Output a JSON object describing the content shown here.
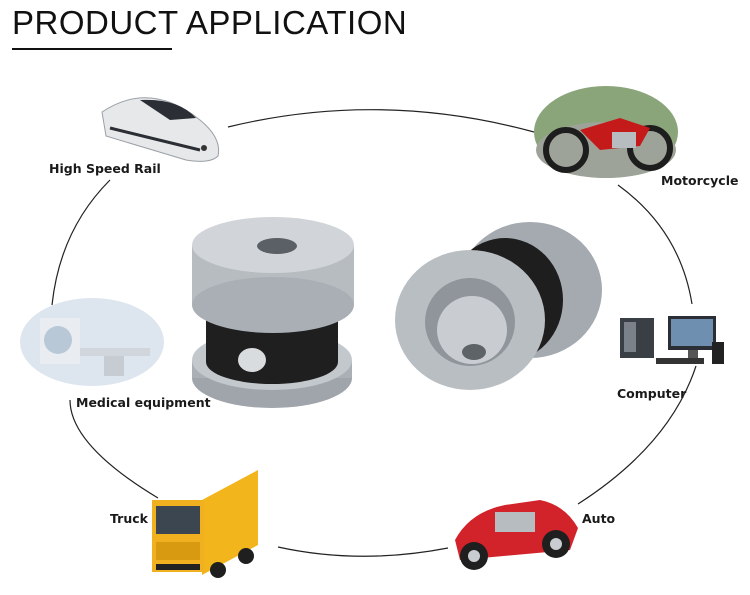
{
  "title": "PRODUCT APPLICATION",
  "applications": [
    {
      "label": "High Speed Rail",
      "icon": "high-speed-train-icon"
    },
    {
      "label": "Motorcycle",
      "icon": "motorcycle-icon"
    },
    {
      "label": "Computer",
      "icon": "computer-icon"
    },
    {
      "label": "Auto",
      "icon": "car-cutaway-icon"
    },
    {
      "label": "Truck",
      "icon": "truck-icon"
    },
    {
      "label": "Medical equipment",
      "icon": "medical-scanner-icon"
    }
  ],
  "product": {
    "icon": "metal-nut-parts-icon"
  },
  "colors": {
    "text": "#1a1a1a",
    "metal": "#b9bec3",
    "rubber": "#222222",
    "truck_yellow": "#f2b51c",
    "car_red": "#d3232a",
    "moto_red": "#c41a1a"
  }
}
